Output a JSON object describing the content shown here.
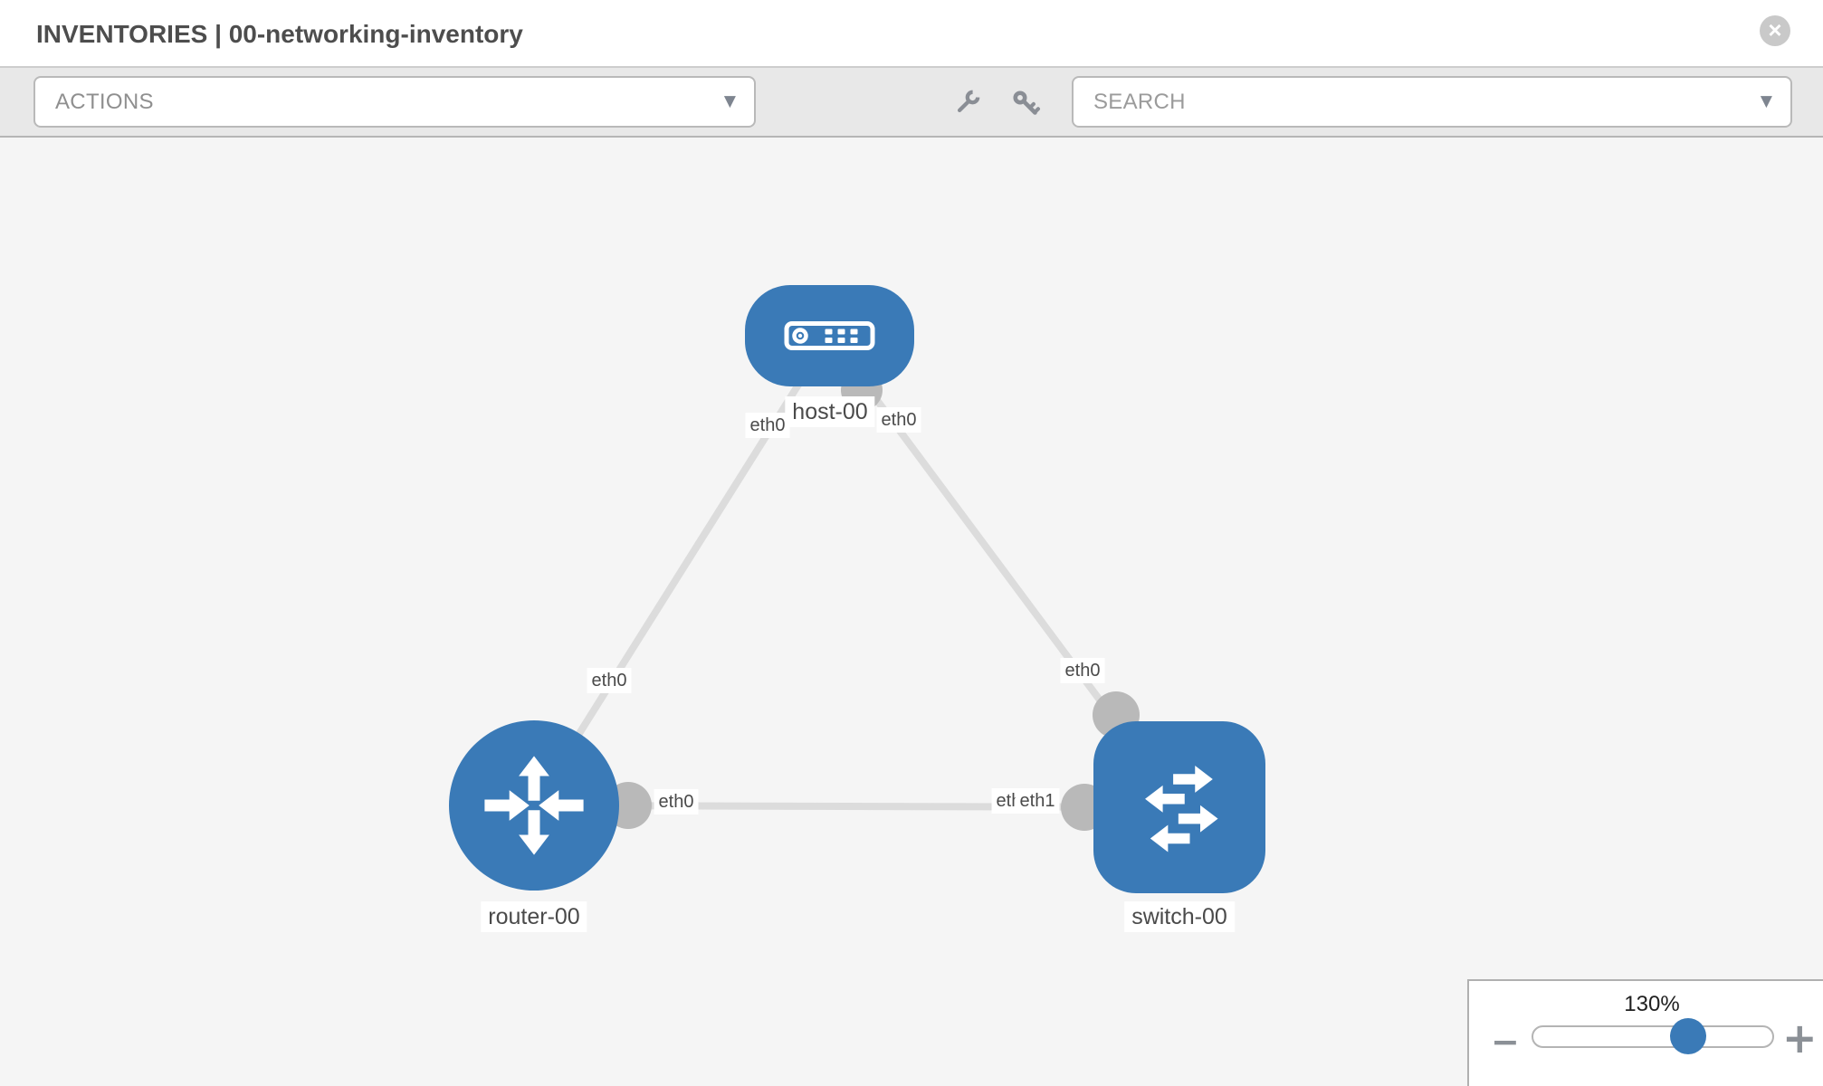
{
  "header": {
    "title": "INVENTORIES | 00-networking-inventory",
    "close_icon": "×"
  },
  "toolbar": {
    "actions": {
      "label": "ACTIONS",
      "caret_icon": "▼"
    },
    "wrench_icon": "wrench",
    "key_icon": "key",
    "search": {
      "placeholder": "SEARCH",
      "caret_icon": "▼"
    }
  },
  "canvas": {
    "nodes": [
      {
        "label": "host-00",
        "type": "host"
      },
      {
        "label": "router-00",
        "type": "router"
      },
      {
        "label": "switch-00",
        "type": "switch"
      }
    ],
    "ports": [
      {
        "label": "eth0",
        "at": "host-left"
      },
      {
        "label": "eth0",
        "at": "host-right"
      },
      {
        "label": "eth0",
        "at": "link-host-router"
      },
      {
        "label": "eth0",
        "at": "link-host-switch"
      },
      {
        "label": "eth0",
        "at": "router-right"
      },
      {
        "label": "eth0",
        "at": "switch-left-under"
      },
      {
        "label": "eth1",
        "at": "switch-left-over"
      }
    ],
    "links": [
      {
        "from": "host-00",
        "to": "router-00"
      },
      {
        "from": "host-00",
        "to": "switch-00"
      },
      {
        "from": "router-00",
        "to": "switch-00"
      }
    ]
  },
  "zoom": {
    "level": "130%",
    "minus_icon": "−",
    "plus_icon": "+"
  },
  "colors": {
    "node_blue": "#3a7ab7",
    "link_gray": "#dcdcdc",
    "port_gray": "#b9b9b9",
    "canvas_bg": "#f5f5f5"
  }
}
